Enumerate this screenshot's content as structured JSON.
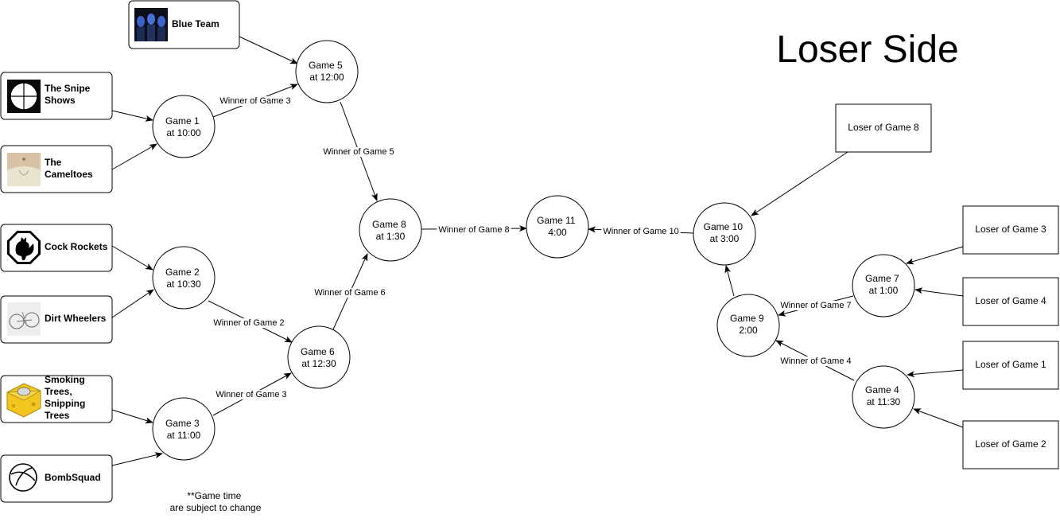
{
  "title": "Loser Side",
  "note": [
    "**Game time",
    "are subject to change"
  ],
  "teams": [
    {
      "id": "blue",
      "lines": [
        "Blue Team"
      ],
      "icon": "blue-team-photo-icon"
    },
    {
      "id": "snipe",
      "lines": [
        "The Snipe",
        "Shows"
      ],
      "icon": "crosshair-icon"
    },
    {
      "id": "cameltoes",
      "lines": [
        "The",
        "Cameltoes"
      ],
      "icon": "cameltoes-photo-icon"
    },
    {
      "id": "cock",
      "lines": [
        "Cock Rockets"
      ],
      "icon": "rooster-sign-icon"
    },
    {
      "id": "dirt",
      "lines": [
        "Dirt Wheelers"
      ],
      "icon": "wheels-sketch-icon"
    },
    {
      "id": "smoking",
      "lines": [
        "Smoking",
        "Trees,",
        "Snipping",
        "Trees"
      ],
      "icon": "cheese-face-icon"
    },
    {
      "id": "bomb",
      "lines": [
        "BombSquad"
      ],
      "icon": "globe-symbol-icon"
    }
  ],
  "loser_boxes": [
    {
      "id": "l8",
      "label": "Loser of Game 8"
    },
    {
      "id": "l3",
      "label": "Loser of Game 3"
    },
    {
      "id": "l4",
      "label": "Loser of Game 4"
    },
    {
      "id": "l1",
      "label": "Loser of Game 1"
    },
    {
      "id": "l2",
      "label": "Loser of Game 2"
    }
  ],
  "games": [
    {
      "id": "g1",
      "lines": [
        "Game 1",
        "at 10:00"
      ]
    },
    {
      "id": "g2",
      "lines": [
        "Game 2",
        "at 10:30"
      ]
    },
    {
      "id": "g3",
      "lines": [
        "Game 3",
        "at 11:00"
      ]
    },
    {
      "id": "g5",
      "lines": [
        "Game 5",
        "at 12:00"
      ]
    },
    {
      "id": "g6",
      "lines": [
        "Game 6",
        "at 12:30"
      ]
    },
    {
      "id": "g8",
      "lines": [
        "Game 8",
        "at 1:30"
      ]
    },
    {
      "id": "g11",
      "lines": [
        "Game 11",
        "4:00"
      ]
    },
    {
      "id": "g10",
      "lines": [
        "Game 10",
        "at 3:00"
      ]
    },
    {
      "id": "g7",
      "lines": [
        "Game 7",
        "at 1:00"
      ]
    },
    {
      "id": "g9",
      "lines": [
        "Game 9",
        "2:00"
      ]
    },
    {
      "id": "g4",
      "lines": [
        "Game 4",
        "at 11:30"
      ]
    }
  ],
  "edges": [
    {
      "id": "blue-g5",
      "label": ""
    },
    {
      "id": "snipe-g1",
      "label": ""
    },
    {
      "id": "cameltoes-g1",
      "label": ""
    },
    {
      "id": "g1-g5",
      "label": "Winner of Game 3"
    },
    {
      "id": "cock-g2",
      "label": ""
    },
    {
      "id": "dirt-g2",
      "label": ""
    },
    {
      "id": "g2-g6",
      "label": "Winner of Game 2"
    },
    {
      "id": "smoking-g3",
      "label": ""
    },
    {
      "id": "bomb-g3",
      "label": ""
    },
    {
      "id": "g3-g6",
      "label": "Winner of Game 3"
    },
    {
      "id": "g5-g8",
      "label": "Winner of Game 5"
    },
    {
      "id": "g6-g8",
      "label": "Winner of Game 6"
    },
    {
      "id": "g8-g11",
      "label": "Winner of Game 8"
    },
    {
      "id": "g10-g11",
      "label": "Winner of Game 10"
    },
    {
      "id": "l8-g10",
      "label": ""
    },
    {
      "id": "l3-g7",
      "label": ""
    },
    {
      "id": "l4-g7",
      "label": ""
    },
    {
      "id": "g7-g9",
      "label": "Winner of Game 7"
    },
    {
      "id": "l1-g4",
      "label": ""
    },
    {
      "id": "l2-g4",
      "label": ""
    },
    {
      "id": "g4-g9",
      "label": "Winner of Game 4"
    },
    {
      "id": "g9-g10",
      "label": ""
    }
  ]
}
